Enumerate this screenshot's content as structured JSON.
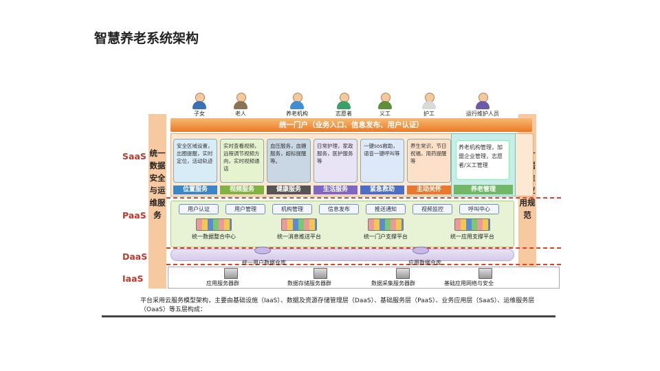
{
  "slide_title": "智慧养老系统架构",
  "users": [
    {
      "label": "子女",
      "color": "#3b6fb6"
    },
    {
      "label": "老人",
      "color": "#8a7355"
    },
    {
      "label": "养老机构",
      "color": "#3f8fd2"
    },
    {
      "label": "志愿者",
      "color": "#3aa066"
    },
    {
      "label": "义工",
      "color": "#5f8f3a"
    },
    {
      "label": "护工",
      "color": "#d9d9d9"
    },
    {
      "label": "运行维护人员",
      "color": "#6a5aa8"
    }
  ],
  "left_panel": {
    "text": "统一数据安全与运维服务"
  },
  "right_panel": {
    "text": "统一数据标准与应用规范"
  },
  "layers": {
    "saas": "SaaS",
    "paas": "PaaS",
    "daas": "DaaS",
    "iaas": "IaaS"
  },
  "portal": "统一门户（业务入口、信息发布、用户认证）",
  "saas_services": [
    {
      "text": "安全区域设置，出圈提醒，实时定位，活动轨迹",
      "label": "位置服务",
      "bg": "#d8ecf8",
      "label_color": "#3a86c8"
    },
    {
      "text": "实时查看视频，远程调节视频方向，实时视频通话",
      "label": "视频服务",
      "bg": "#e6f3cf",
      "label_color": "#7fb342"
    },
    {
      "text": "血压服务，血糖服务，超标提醒等。",
      "label": "健康服务",
      "bg": "#c9d6e4",
      "label_color": "#555555"
    },
    {
      "text": "日常护理，家政服务，医护服务等",
      "label": "生活服务",
      "bg": "#e8e3f5",
      "label_color": "#7d68c4"
    },
    {
      "text": "一键sos救助，语音一键呼叫等",
      "label": "紧急救助",
      "bg": "#dde8f8",
      "label_color": "#4a6fc4"
    },
    {
      "text": "养生常识，节日祝福，用药提醒等",
      "label": "主动关怀",
      "bg": "#fce0c8",
      "label_color": "#e8792f"
    }
  ],
  "management": {
    "text": "养老机构管理，加盟企业管理，志愿者/义工管理",
    "label": "养老管理"
  },
  "paas_services": [
    "用户认证",
    "用户管理",
    "机构管理",
    "信息发布",
    "推送通知",
    "视频监控",
    "呼叫中心"
  ],
  "paas_platforms": [
    "统一数据整合中心",
    "统一消息推送平台",
    "统一门户支撑平台",
    "统一应用支撑平台"
  ],
  "daas_dbs": [
    "统一用户数据仓库",
    "应用数据仓库"
  ],
  "iaas_items": [
    "应用服务器群",
    "数据存储服务器群",
    "数据采集服务器群",
    "基础应用网络与安全"
  ],
  "description": "平台采用云服务模型架构，主要由基础设施（IaaS）、数据及资源存储管理层（DaaS）、基础服务层（PaaS）、业务应用层（SaaS）、运维服务层（OaaS）等五层构成："
}
